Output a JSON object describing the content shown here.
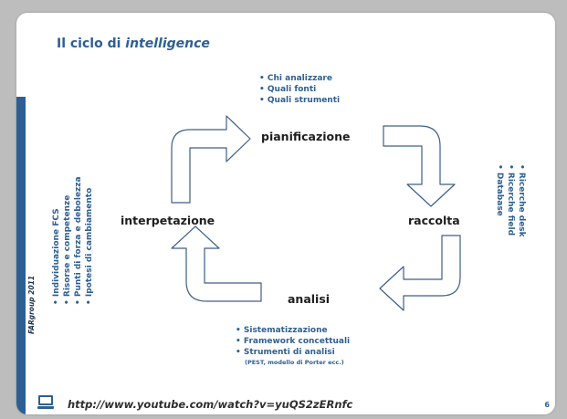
{
  "title": {
    "prefix": "Il ciclo di ",
    "emphasis": "intelligence"
  },
  "nodes": {
    "top": "pianificazione",
    "right": "raccolta",
    "bottom": "analisi",
    "left": "interpetazione"
  },
  "bullets": {
    "top": [
      "• Chi analizzare",
      "• Quali fonti",
      "• Quali strumenti"
    ],
    "right": [
      "• Ricerche desk",
      "• Ricerche field",
      "• Database"
    ],
    "bottom": [
      "• Sistematizzazione",
      "• Framework concettuali",
      "• Strumenti di analisi"
    ],
    "bottom_note": "(PEST, modello di Porter ecc.)",
    "left": [
      "• Individuazione FCS",
      "• Risorse e competenze",
      "• Punti di forza e debolezza",
      "• Ipotesi di cambiamento"
    ]
  },
  "footer": {
    "brand": "FARgroup 2011",
    "link": "http://www.youtube.com/watch?v=yuQS2zERnfc",
    "page_number": "6",
    "icon": "computer-icon"
  },
  "colors": {
    "accent": "#2e5f93",
    "background": "#bdbdbd",
    "arrow_stroke": "#3d5f88"
  }
}
